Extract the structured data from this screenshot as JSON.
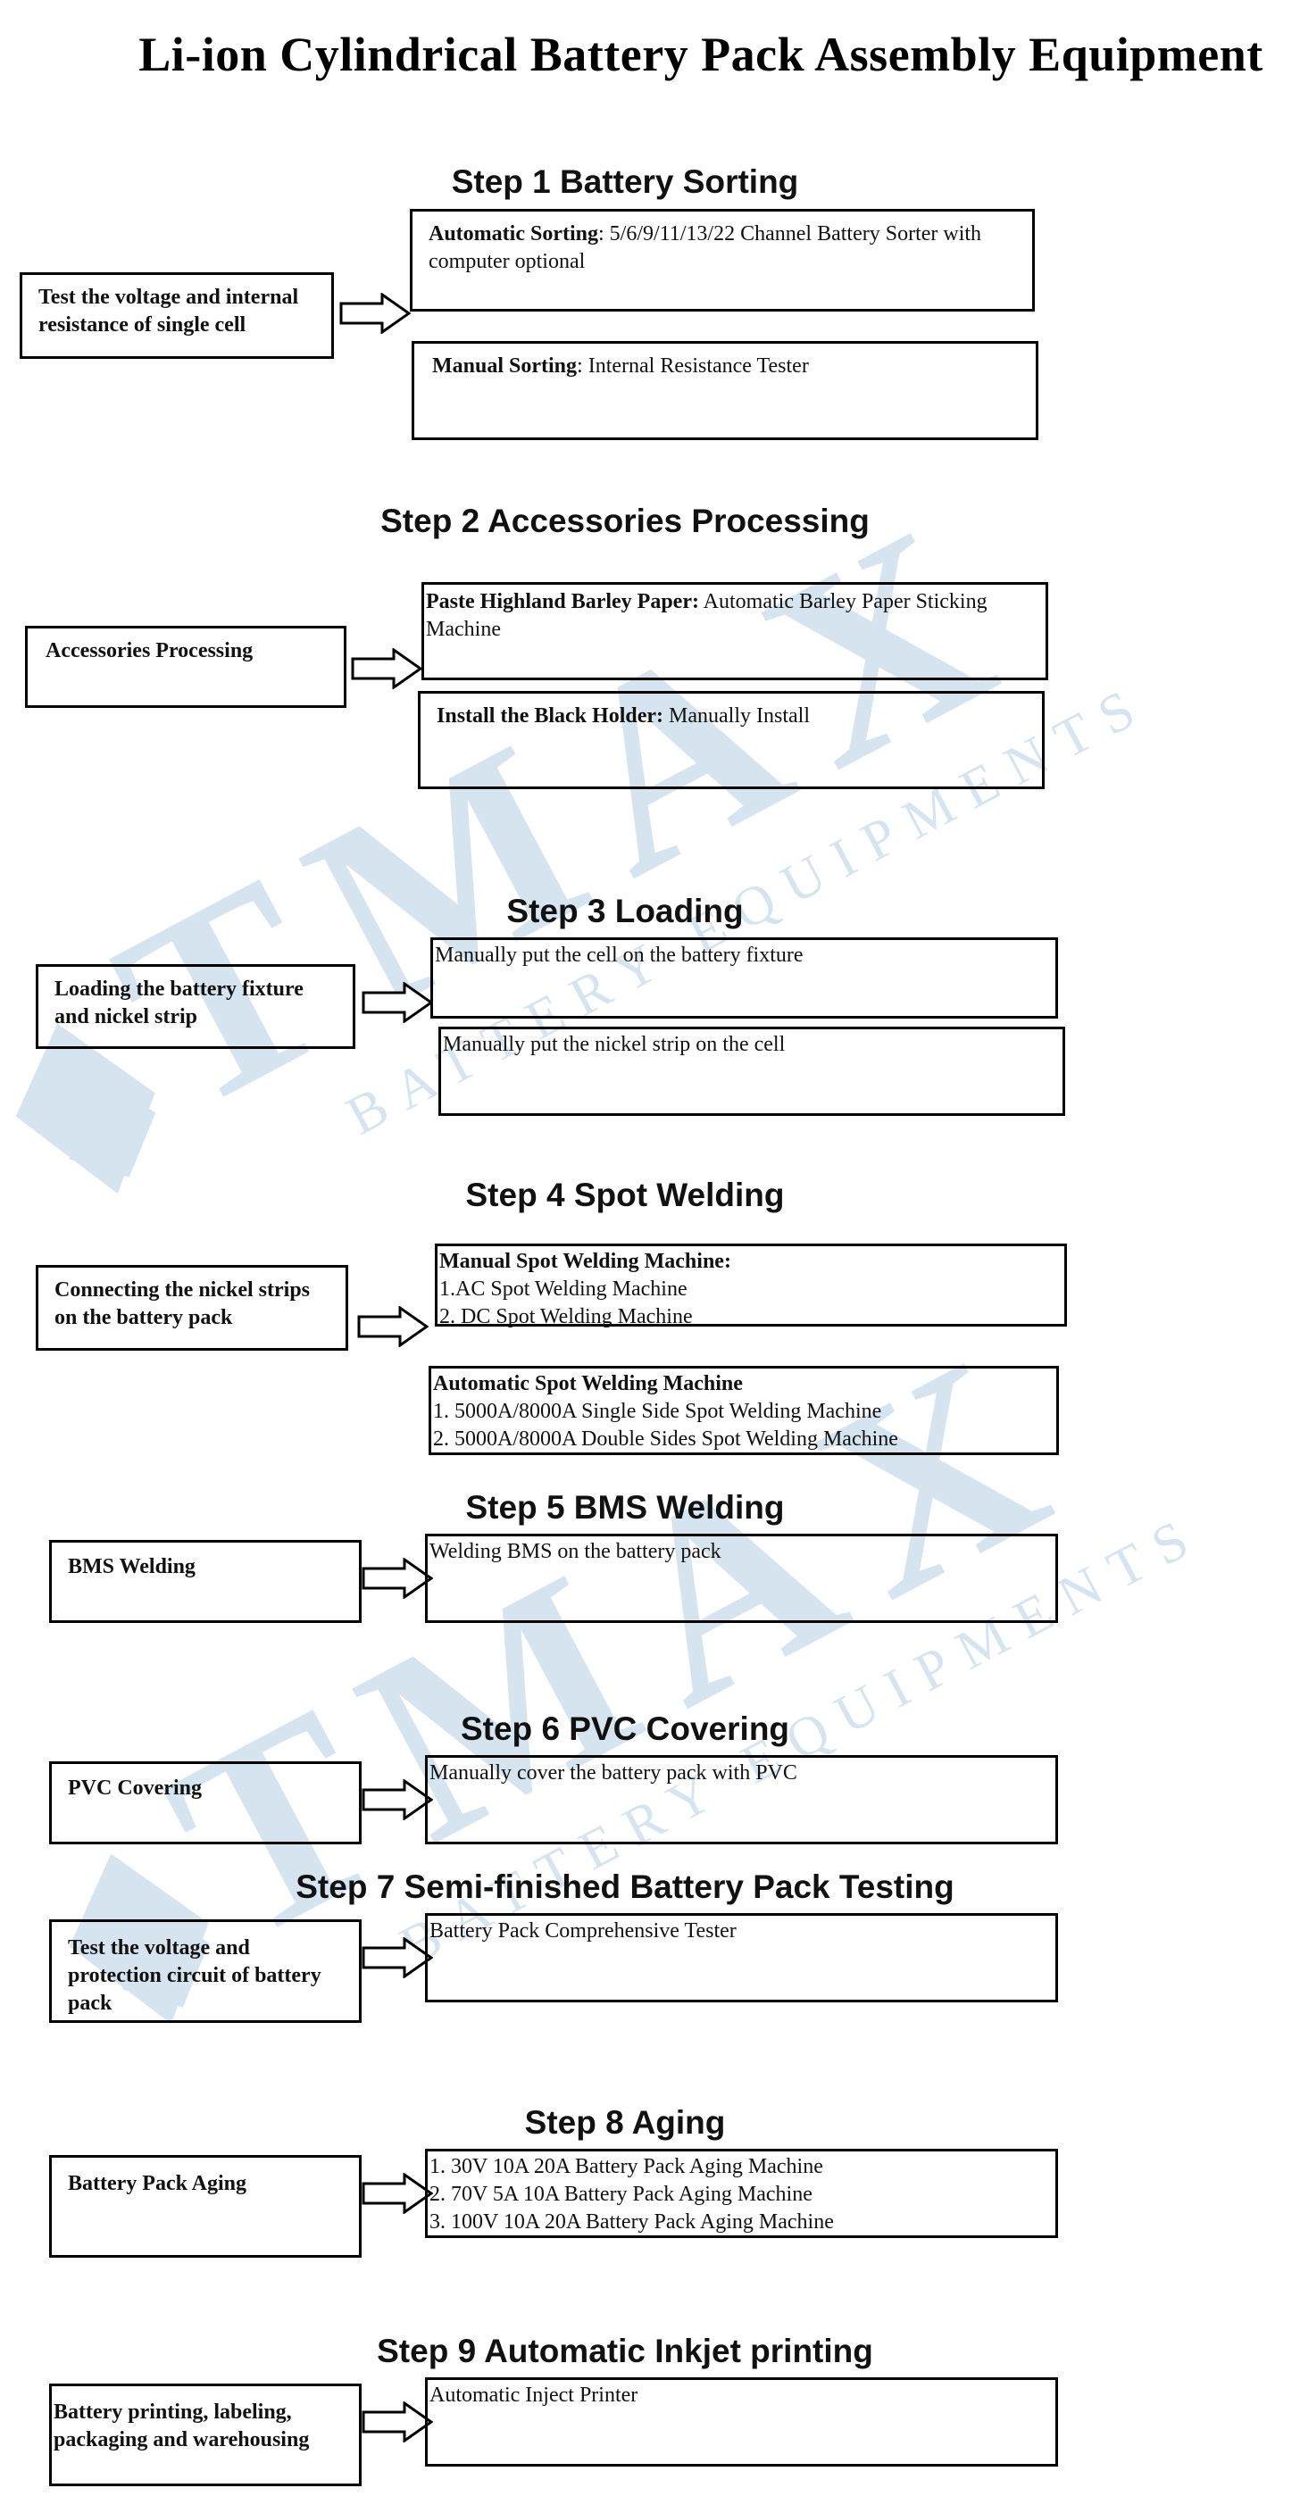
{
  "title": "Li-ion Cylindrical Battery Pack Assembly  Equipment",
  "watermark": {
    "brand": "TMAX",
    "tagline": "BATTERY EQUIPMENTS",
    "color": "#c9dcec"
  },
  "steps": [
    {
      "heading": "Step 1 Battery Sorting",
      "task": "Test the voltage and internal resistance of  single cell",
      "items": [
        {
          "bold": "Automatic Sorting",
          "text": ": 5/6/9/11/13/22 Channel Battery Sorter with computer optional"
        },
        {
          "bold": "Manual Sorting",
          "text": ": Internal Resistance Tester"
        }
      ]
    },
    {
      "heading": "Step 2 Accessories Processing",
      "task": "Accessories Processing",
      "items": [
        {
          "bold": "Paste Highland Barley Paper:",
          "text": " Automatic Barley Paper Sticking Machine"
        },
        {
          "bold": "Install the Black Holder:",
          "text": " Manually Install"
        }
      ]
    },
    {
      "heading": "Step 3 Loading",
      "task": "Loading the battery fixture and nickel strip",
      "items": [
        {
          "bold": "",
          "text": "Manually put the cell on the battery fixture"
        },
        {
          "bold": "",
          "text": "Manually put the nickel strip on the cell"
        }
      ]
    },
    {
      "heading": "Step 4 Spot Welding",
      "task": "Connecting the nickel strips on the battery pack",
      "items": [
        {
          "bold": "Manual Spot Welding Machine:",
          "lines": [
            "1.AC Spot Welding Machine",
            "2. DC Spot Welding Machine"
          ]
        },
        {
          "bold": "Automatic Spot Welding Machine",
          "lines": [
            "1. 5000A/8000A Single Side Spot Welding Machine",
            "2. 5000A/8000A Double Sides Spot Welding Machine"
          ]
        }
      ]
    },
    {
      "heading": "Step 5 BMS Welding",
      "task": "BMS Welding",
      "items": [
        {
          "text": "Welding BMS on the battery pack"
        }
      ]
    },
    {
      "heading": "Step 6 PVC Covering",
      "task": "PVC Covering",
      "items": [
        {
          "text": "Manually cover the battery pack with PVC"
        }
      ]
    },
    {
      "heading": "Step 7 Semi-finished Battery Pack Testing",
      "task": "Test the voltage and protection circuit of battery pack",
      "items": [
        {
          "text": "Battery Pack Comprehensive Tester"
        }
      ]
    },
    {
      "heading": "Step 8 Aging",
      "task": "Battery Pack Aging",
      "items": [
        {
          "lines": [
            "1. 30V 10A 20A Battery Pack Aging Machine",
            "2. 70V 5A 10A Battery Pack Aging Machine",
            "3. 100V 10A 20A Battery Pack Aging Machine"
          ]
        }
      ]
    },
    {
      "heading": "Step 9 Automatic Inkjet printing",
      "task": "Battery printing, labeling, packaging and warehousing",
      "items": [
        {
          "text": "Automatic Inject Printer"
        }
      ]
    }
  ]
}
